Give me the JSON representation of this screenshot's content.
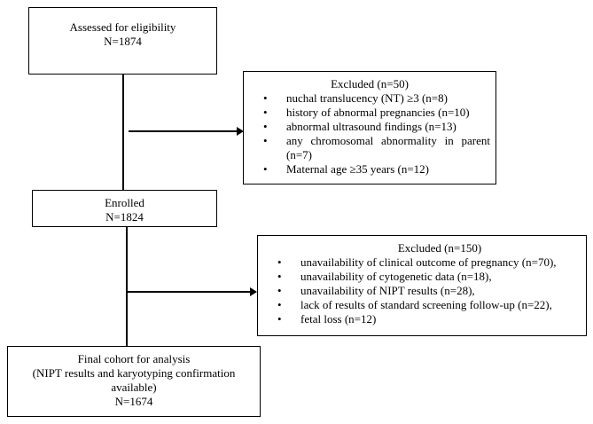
{
  "assessed": {
    "title": "Assessed for eligibility",
    "count": "N=1874"
  },
  "excluded1": {
    "title": "Excluded (n=50)",
    "items": [
      "nuchal translucency (NT) ≥3 (n=8)",
      "history of abnormal pregnancies (n=10)",
      "abnormal ultrasound findings (n=13)",
      "any chromosomal abnormality in parent (n=7)",
      " Maternal age ≥35 years (n=12)"
    ]
  },
  "enrolled": {
    "title": "Enrolled",
    "count": "N=1824"
  },
  "excluded2": {
    "title": "Excluded (n=150)",
    "items": [
      "unavailability of clinical outcome of pregnancy (n=70),",
      "unavailability of cytogenetic data (n=18),",
      "unavailability of NIPT results (n=28),",
      "lack of results of standard screening follow-up (n=22),",
      "fetal loss (n=12)"
    ]
  },
  "final": {
    "line1": "Final cohort for analysis",
    "line2": "(NIPT results and karyotyping confirmation",
    "line3": "available)",
    "count": "N=1674"
  }
}
